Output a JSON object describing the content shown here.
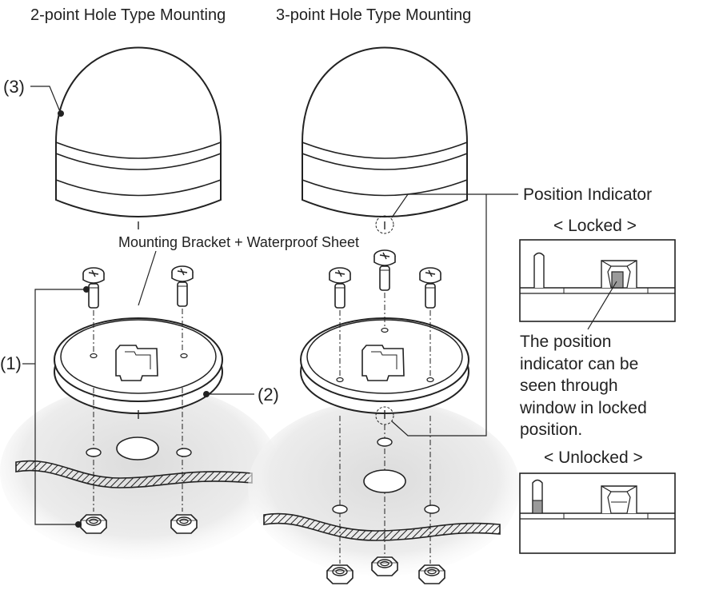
{
  "titles": {
    "left": "2-point Hole Type Mounting",
    "right": "3-point Hole Type Mounting"
  },
  "labels": {
    "callout_1": "(1)",
    "callout_2": "(2)",
    "callout_3": "(3)",
    "bracket": "Mounting Bracket + Waterproof Sheet",
    "position_indicator": "Position Indicator",
    "locked": "< Locked >",
    "unlocked": "< Unlocked >",
    "note_lines": [
      "The position",
      "indicator can be",
      "seen through",
      "window in locked",
      "position."
    ]
  },
  "colors": {
    "line": "#222222",
    "shadow": "#e8e8e8",
    "indicator": "#9a9a9a"
  }
}
